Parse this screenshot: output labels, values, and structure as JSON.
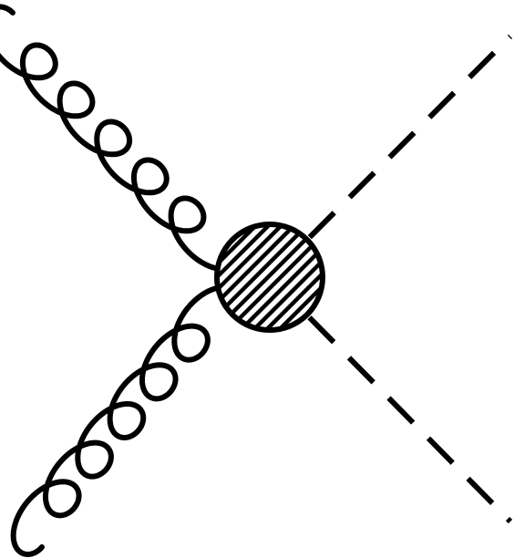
{
  "diagram": {
    "kind": "feynman-diagram",
    "vertex": {
      "style": "hatched-blob",
      "hatch_pattern": "diagonal-lines"
    },
    "incoming_lines": [
      {
        "id": "gluon-upper",
        "type": "gluon",
        "style": "curly-spring"
      },
      {
        "id": "gluon-lower",
        "type": "gluon",
        "style": "curly-spring"
      }
    ],
    "outgoing_lines": [
      {
        "id": "scalar-upper",
        "type": "scalar",
        "style": "dashed"
      },
      {
        "id": "scalar-lower",
        "type": "scalar",
        "style": "dashed"
      }
    ],
    "colors": {
      "stroke": "#000000",
      "background": "#ffffff",
      "blob_fill": "#ffffff"
    }
  }
}
